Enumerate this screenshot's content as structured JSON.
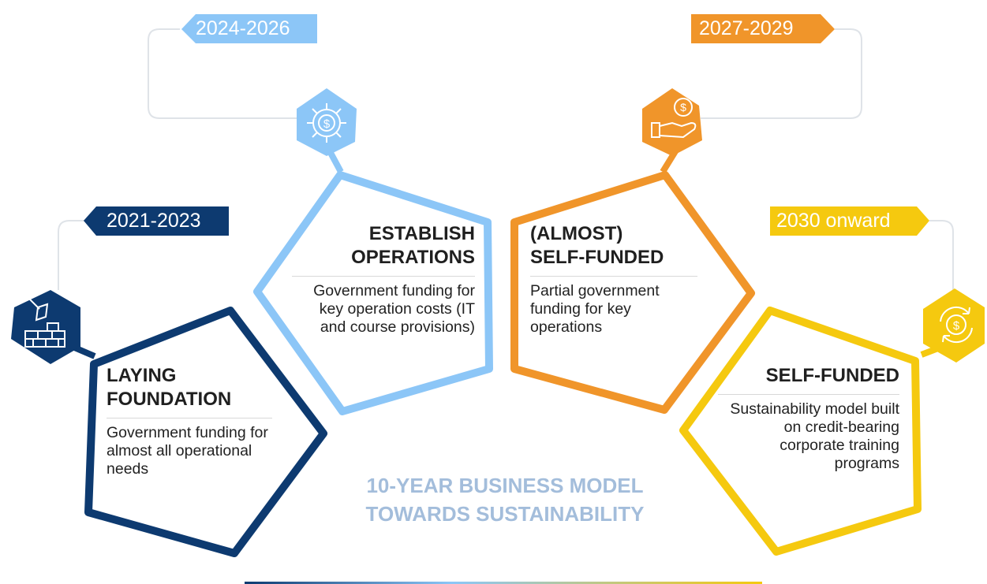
{
  "title": {
    "line1": "10-YEAR BUSINESS MODEL",
    "line2": "TOWARDS SUSTAINABILITY"
  },
  "colors": {
    "navy": "#0d3a70",
    "light_blue": "#8cc6f7",
    "orange": "#f0952a",
    "yellow": "#f5c90f",
    "title_text": "#a3bddb",
    "connector": "#dfe3e8"
  },
  "stages": [
    {
      "period": "2021-2023",
      "title_line1": "LAYING",
      "title_line2": "FOUNDATION",
      "description": "Government funding for almost all operational needs",
      "icon": "trowel-brick-wall-icon",
      "color": "#0d3a70"
    },
    {
      "period": "2024-2026",
      "title_line1": "ESTABLISH",
      "title_line2": "OPERATIONS",
      "description": "Government funding for key operation costs (IT and course provisions)",
      "icon": "gear-dollar-icon",
      "color": "#8cc6f7"
    },
    {
      "period": "2027-2029",
      "title_line1": "(ALMOST)",
      "title_line2": "SELF-FUNDED",
      "description": "Partial government funding for key operations",
      "icon": "hand-holding-coin-icon",
      "color": "#f0952a"
    },
    {
      "period": "2030 onward",
      "title_line1": "SELF-FUNDED",
      "title_line2": "",
      "description": "Sustainability model built on credit-bearing corporate training programs",
      "icon": "dollar-cycle-icon",
      "color": "#f5c90f"
    }
  ]
}
